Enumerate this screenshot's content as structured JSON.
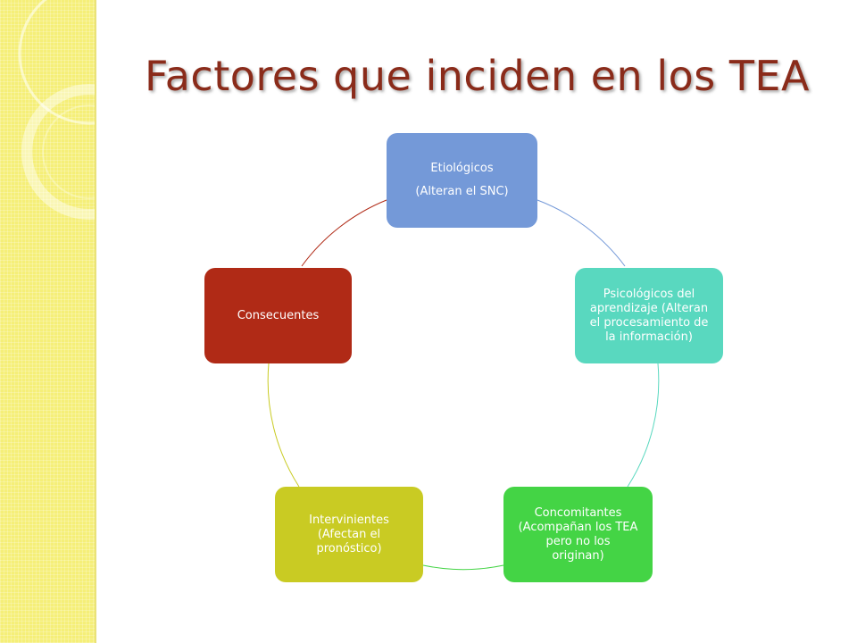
{
  "title": "Factores que inciden en los TEA",
  "colors": {
    "sidebar": "#f5ef78",
    "title": "#8a2b1a",
    "etiologicos": "#7499d8",
    "psicologicos": "#59d8bf",
    "concomitantes": "#44d445",
    "intervinientes": "#c9cb23",
    "consecuentes": "#b02a16"
  },
  "cycle": {
    "nodes": [
      {
        "id": "etiologicos",
        "lines": [
          "Etiológicos",
          "(Alteran el SNC)"
        ]
      },
      {
        "id": "psicologicos",
        "lines": [
          "Psicológicos del",
          "aprendizaje (Alteran",
          "el procesamiento de",
          "la información)"
        ]
      },
      {
        "id": "concomitantes",
        "lines": [
          "Concomitantes",
          "(Acompañan los TEA",
          "pero no los",
          "originan)"
        ]
      },
      {
        "id": "intervinientes",
        "lines": [
          "Intervinientes",
          "(Afectan el",
          "pronóstico)"
        ]
      },
      {
        "id": "consecuentes",
        "lines": [
          "Consecuentes"
        ]
      }
    ]
  }
}
